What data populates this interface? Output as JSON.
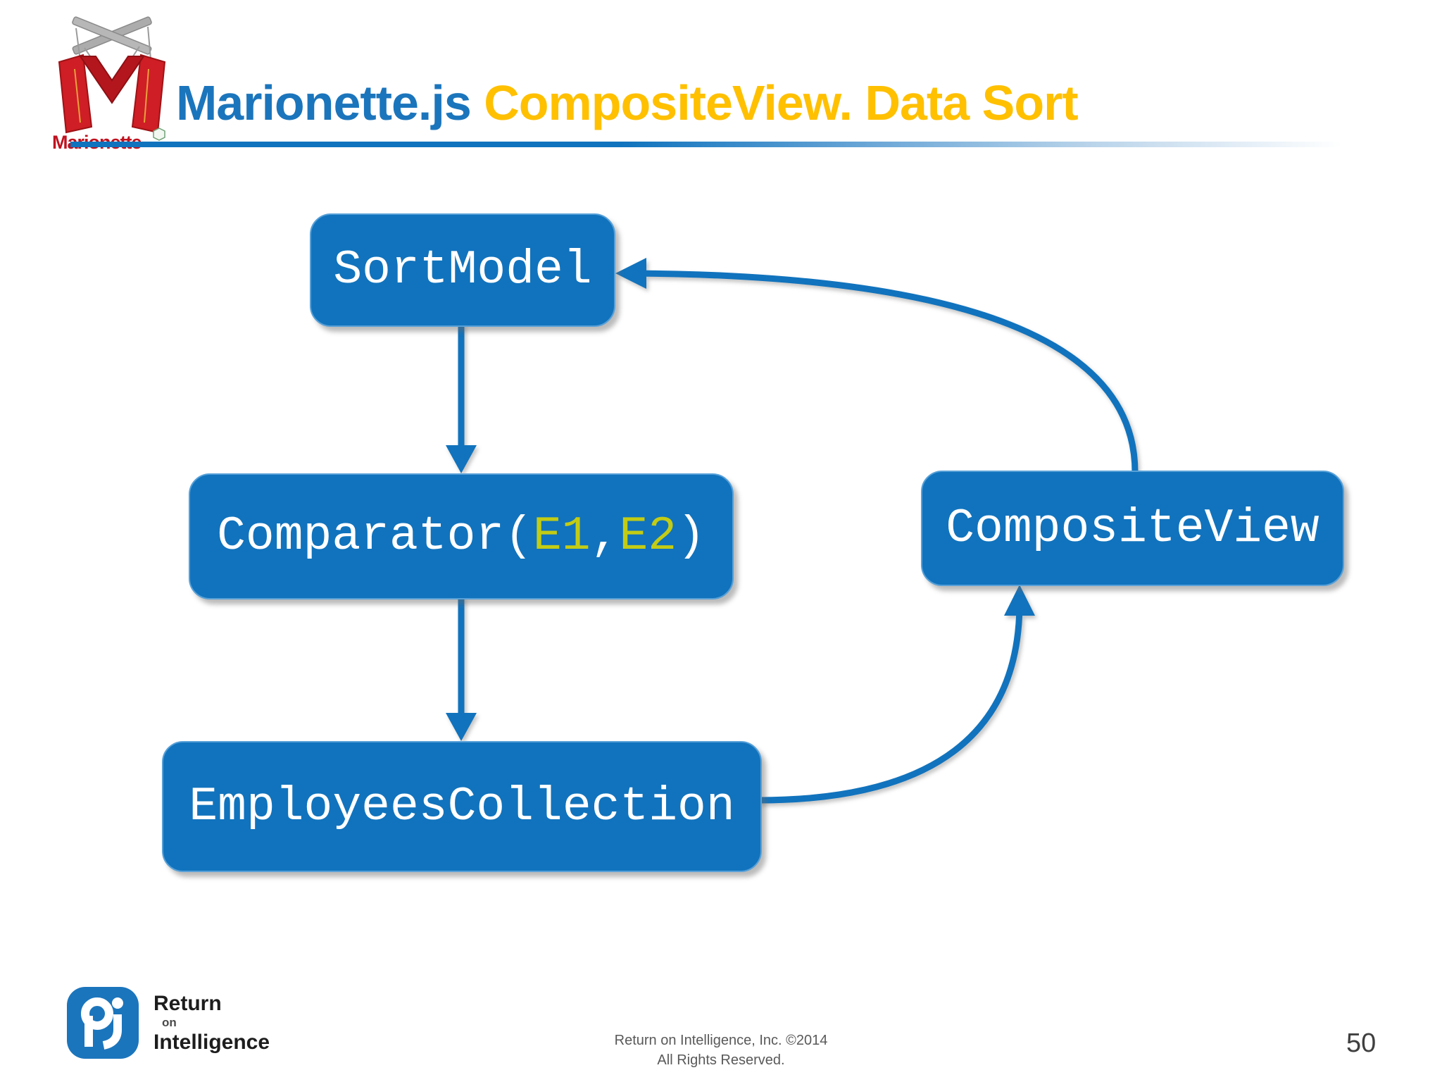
{
  "header": {
    "logo": {
      "icon": "marionette-puppet-m",
      "brand_text": "Marionette"
    },
    "title": {
      "part1": "Marionette.js",
      "part2": " CompositeView. Data Sort"
    }
  },
  "diagram": {
    "nodes": {
      "sort_model": {
        "label": "SortModel"
      },
      "comparator": {
        "parts": [
          {
            "text": "Comparator("
          },
          {
            "text": "E1"
          },
          {
            "text": ","
          },
          {
            "text": "E2"
          },
          {
            "text": ")"
          }
        ]
      },
      "composite_view": {
        "label": "CompositeView"
      },
      "employees_collection": {
        "label": "EmployeesCollection"
      }
    },
    "edges": [
      {
        "from": "SortModel",
        "to": "Comparator(E1,E2)",
        "style": "straight-down-arrow"
      },
      {
        "from": "Comparator(E1,E2)",
        "to": "EmployeesCollection",
        "style": "straight-down-arrow"
      },
      {
        "from": "CompositeView",
        "to": "SortModel",
        "style": "curved-arrow"
      },
      {
        "from": "EmployeesCollection",
        "to": "CompositeView",
        "style": "curved-arrow"
      }
    ],
    "colors": {
      "node_fill": "#1173BD",
      "node_border": "#57A0D8",
      "node_text": "#FFFFFF",
      "highlight_text": "#C3CC14",
      "arrow": "#1173BD"
    }
  },
  "footer": {
    "company_logo": {
      "icon": "ri-monogram",
      "line1": "Return",
      "line2": "on",
      "line3": "Intelligence"
    },
    "copyright_line1": "Return on Intelligence, Inc. ©2014",
    "copyright_line2": "All Rights Reserved.",
    "page_number": "50"
  },
  "colors": {
    "title_primary": "#1B75BC",
    "title_accent": "#FFC000",
    "slide_background": "#FFFFFF",
    "brand_red": "#C0121F"
  }
}
